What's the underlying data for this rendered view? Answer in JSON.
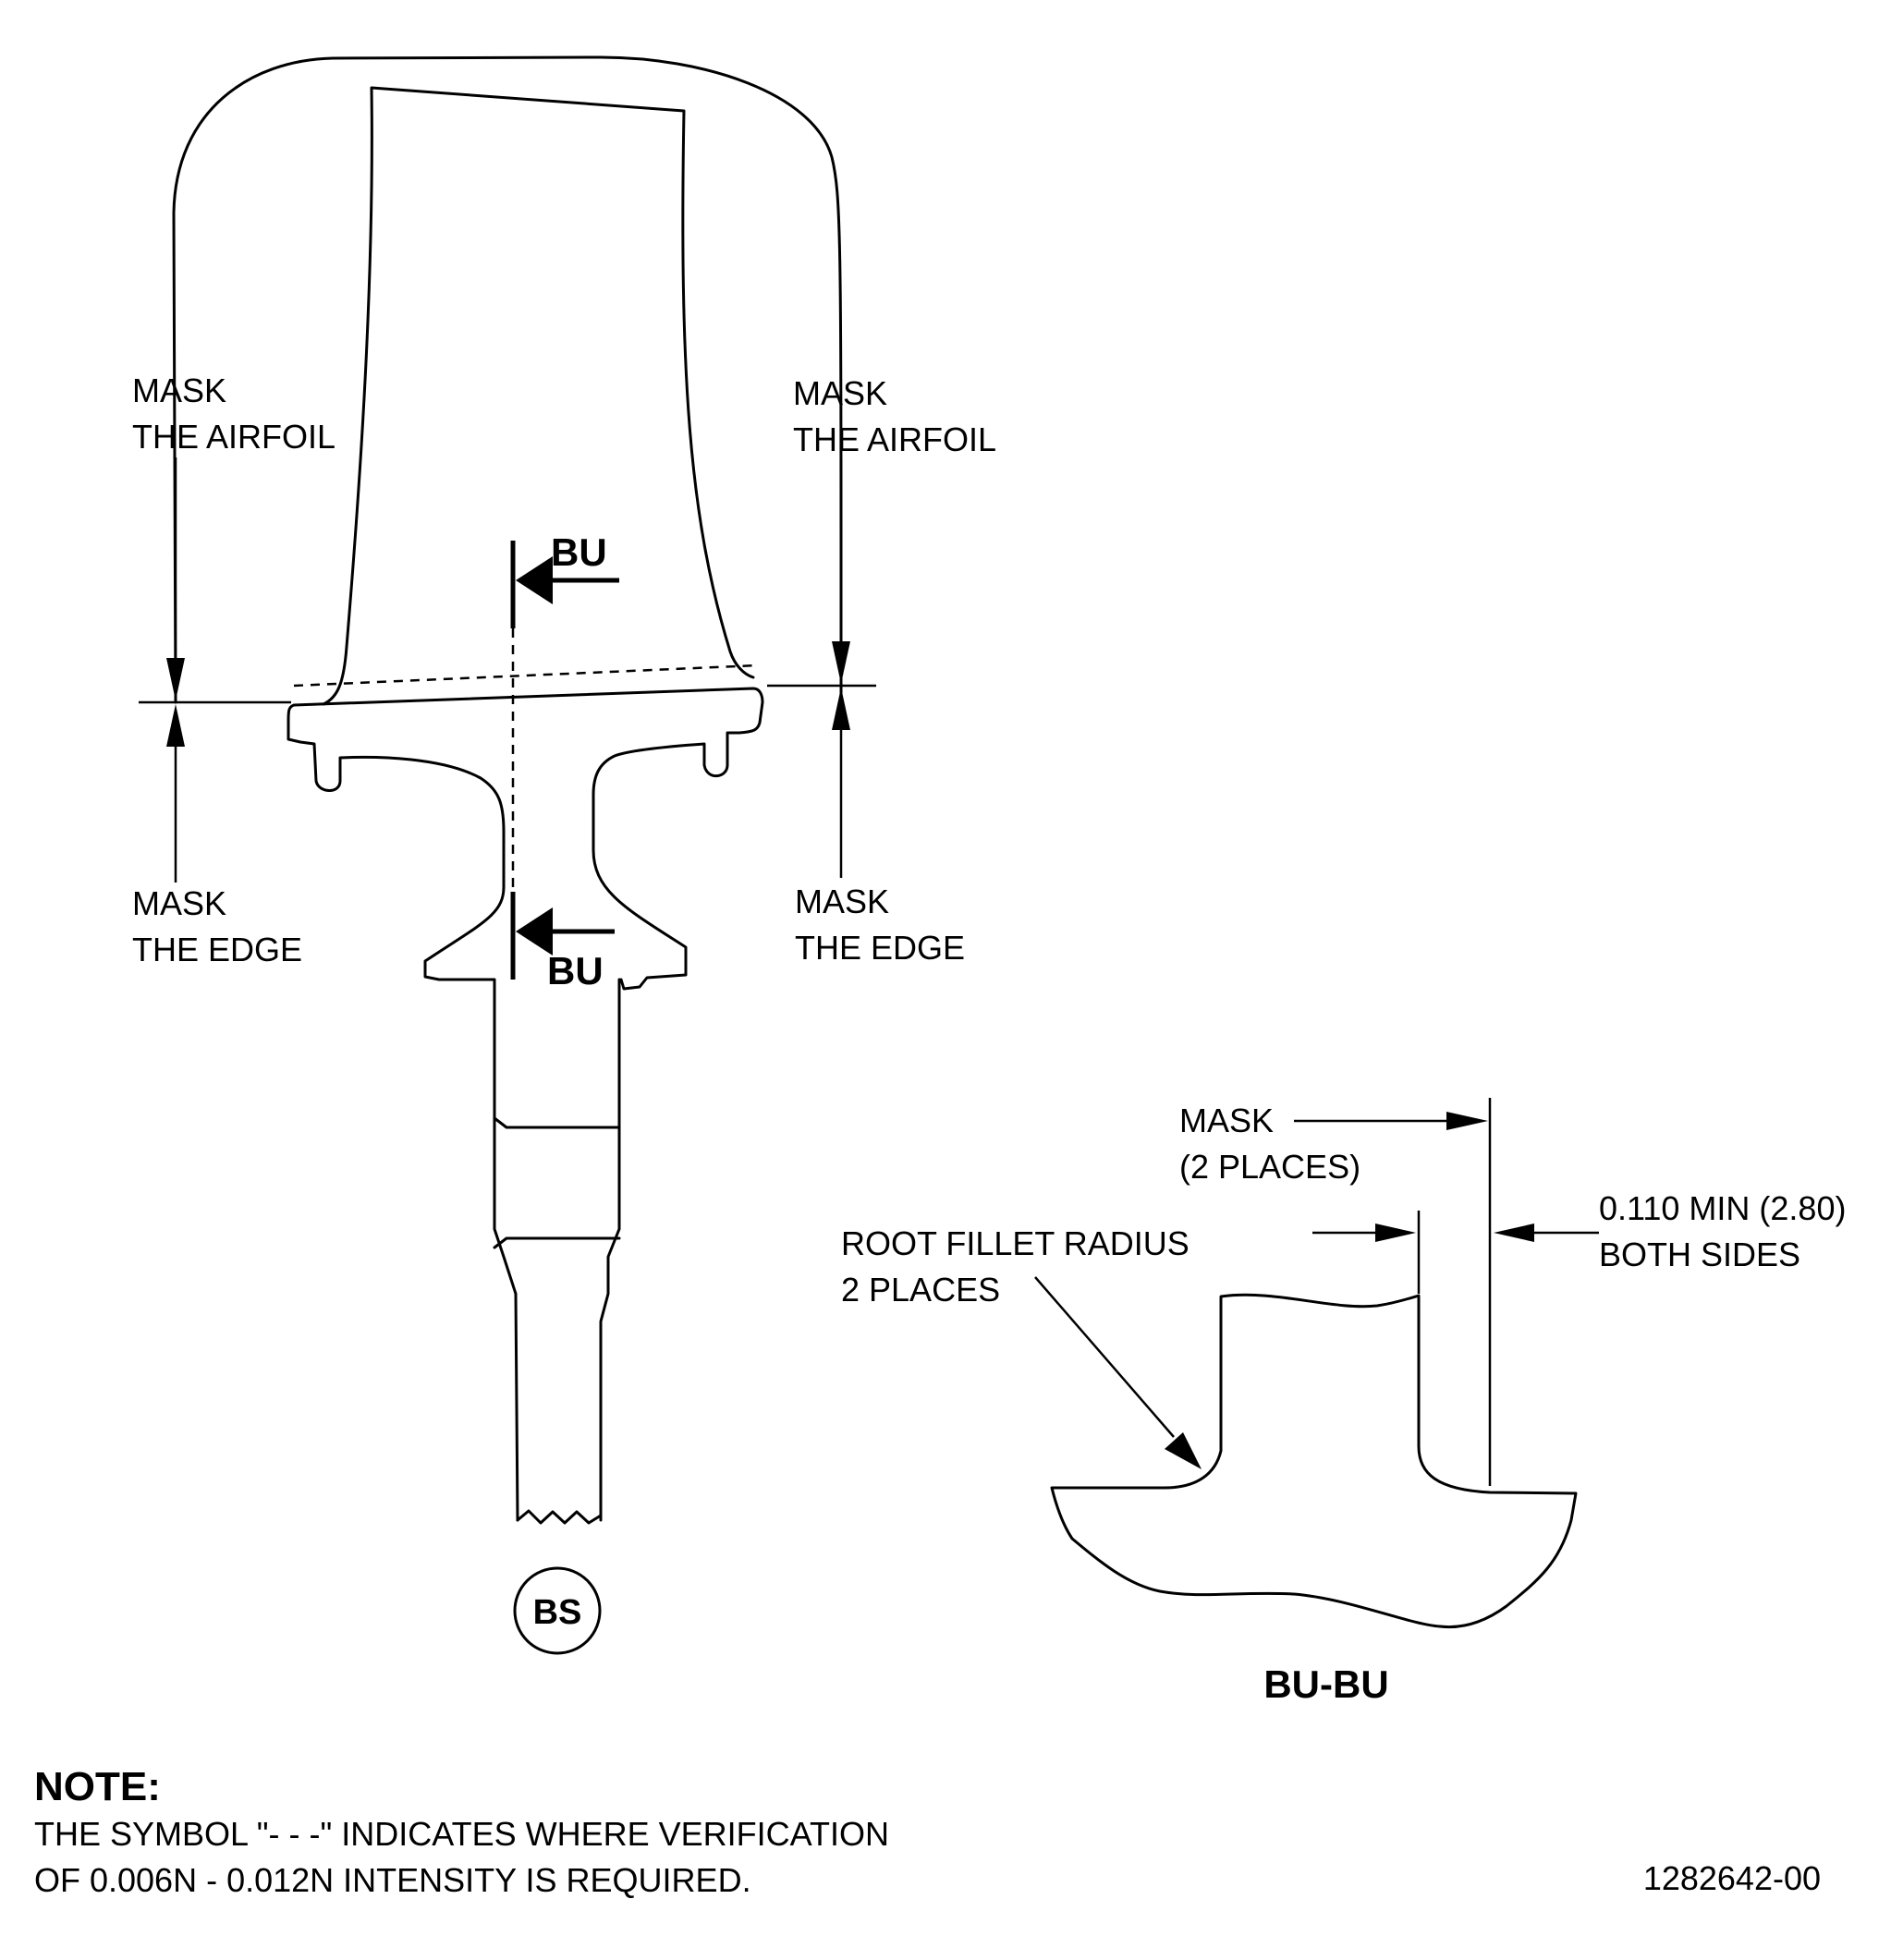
{
  "labels": {
    "mask_airfoil_left": [
      "MASK",
      "THE AIRFOIL"
    ],
    "mask_airfoil_right": [
      "MASK",
      "THE AIRFOIL"
    ],
    "mask_edge_left": [
      "MASK",
      "THE EDGE"
    ],
    "mask_edge_right": [
      "MASK",
      "THE EDGE"
    ],
    "section_mark_top": "BU",
    "section_mark_bottom": "BU",
    "view_callout": "BS",
    "mask_two_places": [
      "MASK",
      "(2 PLACES)"
    ],
    "root_fillet": [
      "ROOT FILLET RADIUS",
      "2 PLACES"
    ],
    "dimension": [
      "0.110 MIN (2.80)",
      "BOTH SIDES"
    ],
    "section_title": "BU-BU"
  },
  "note": {
    "heading": "NOTE:",
    "lines": [
      "THE SYMBOL \"- - -\" INDICATES WHERE VERIFICATION",
      "OF 0.006N - 0.012N INTENSITY IS REQUIRED."
    ]
  },
  "figure_number": "1282642-00"
}
